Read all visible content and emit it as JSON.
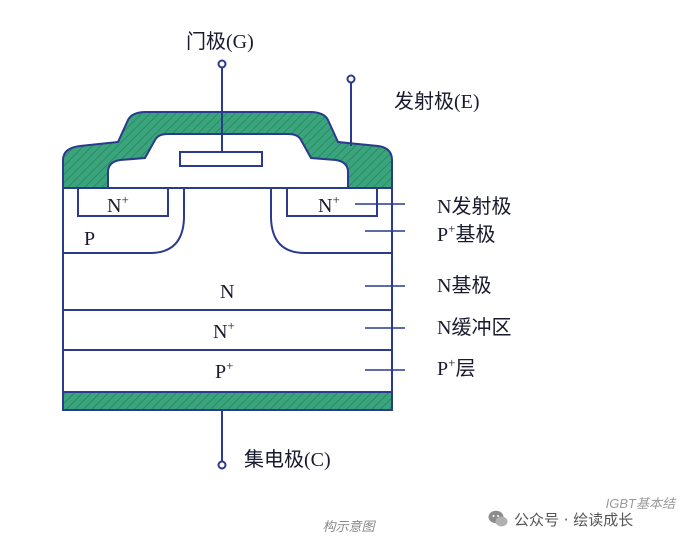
{
  "labels": {
    "gate": "门极(G)",
    "emitter": "发射极(E)",
    "collector": "集电极(C)",
    "n_emitter": "N发射极",
    "p_base_p": "P",
    "p_base_sup": "+",
    "p_base_rest": "基极",
    "n_base": "N基极",
    "n_buffer": "N缓冲区",
    "p_layer_p": "P",
    "p_layer_sup": "+",
    "p_layer_rest": "层"
  },
  "regions": {
    "n_plus_left_main": "N",
    "n_plus_left_sup": "+",
    "n_plus_right_main": "N",
    "n_plus_right_sup": "+",
    "p_well": "P",
    "n_base": "N",
    "n_buffer_main": "N",
    "n_buffer_sup": "+",
    "p_plus_main": "P",
    "p_plus_sup": "+"
  },
  "colors": {
    "metal": "#3aa57d",
    "stroke": "#2a3a8c",
    "fill": "#ffffff"
  },
  "caption": "构示意图",
  "watermark": {
    "title": "IGBT基本结",
    "account": "公众号 · 绘读成长",
    "icon": "wechat-icon"
  }
}
